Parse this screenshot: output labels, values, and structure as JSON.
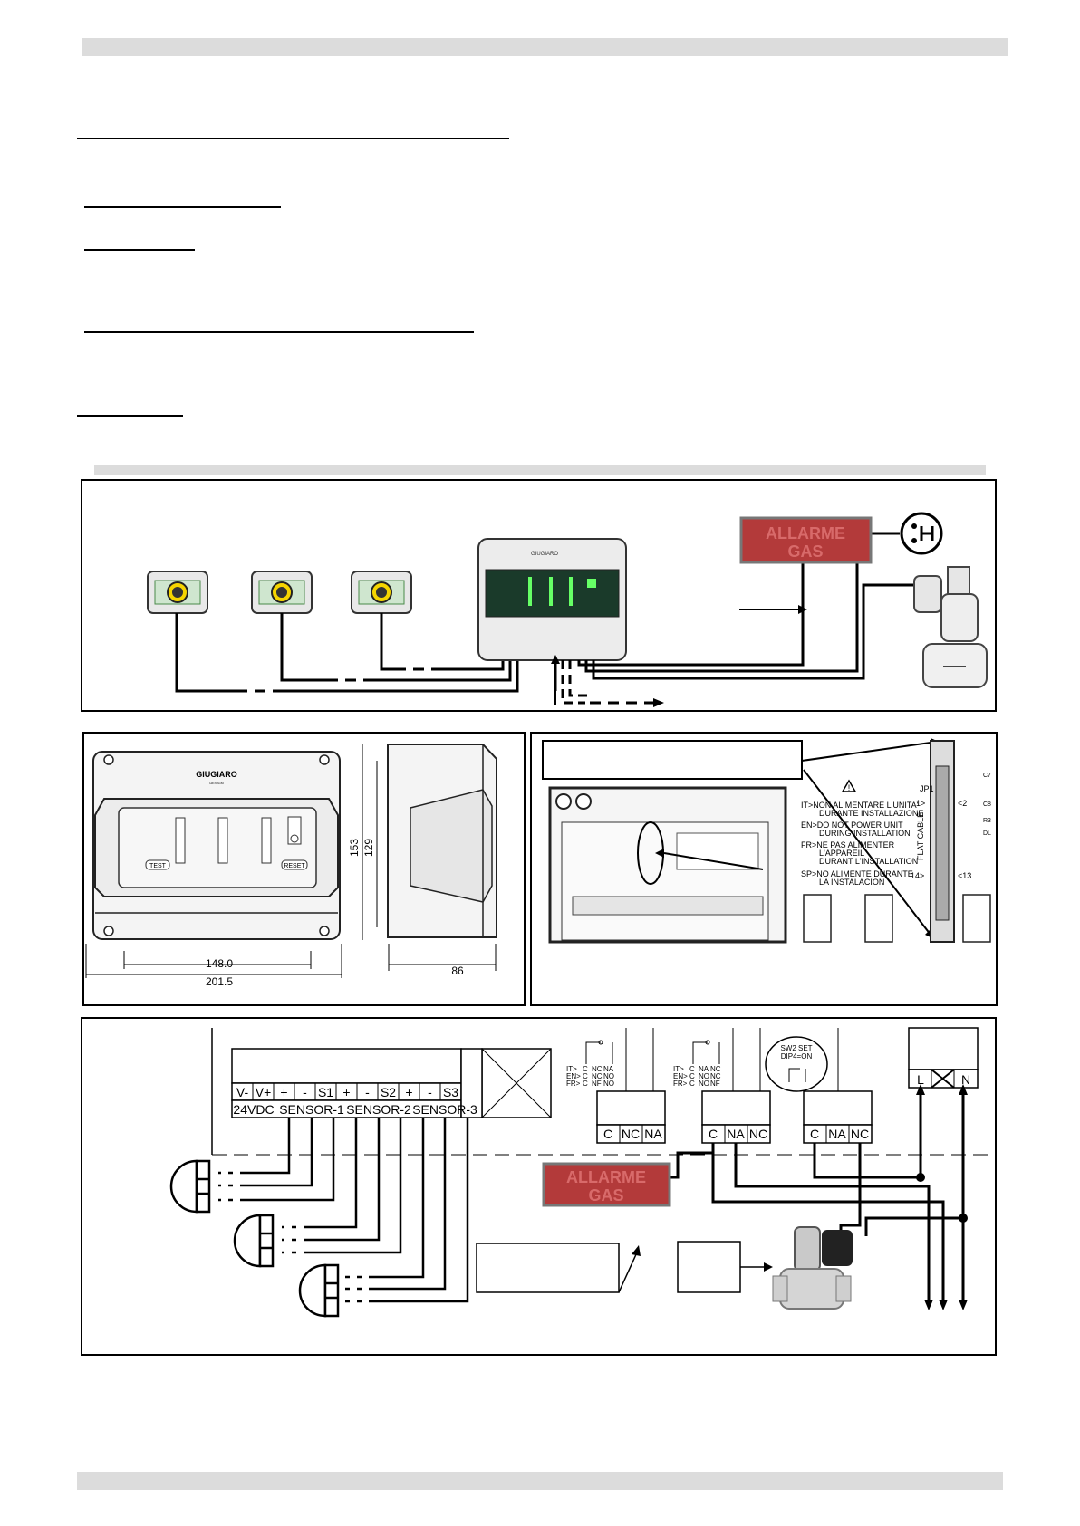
{
  "gas_sign": {
    "line1": "ALLARME",
    "line2": "GAS"
  },
  "controller": {
    "brand": "GIUGIARO",
    "brand_sub": "DESIGN",
    "test_label": "TEST",
    "reset_label": "RESET"
  },
  "dimensions": {
    "inner_width": "148.0",
    "outer_width": "201.5",
    "height_outer": "153",
    "height_inner": "129",
    "depth": "86"
  },
  "board_warning": {
    "it": "IT>NON ALIMENTARE L'UNITA'",
    "it2": "DURANTE INSTALLAZIONE",
    "en": "EN>DO NOT POWER UNIT",
    "en2": "DURING INSTALLATION",
    "fr": "FR>NE PAS ALIMENTER",
    "fr2": "L'APPAREIL",
    "fr3": "DURANT L'INSTALLATION",
    "sp": "SP>NO ALIMENTE DURANTE",
    "sp2": "LA INSTALACION",
    "jp1": "JP1",
    "pin1": "1>",
    "pin2": "<2",
    "pin14": "14>",
    "pin13": "<13",
    "flat_cable": "FLAT CABLE",
    "c7": "C7",
    "c8": "C8",
    "r3": "R3",
    "dl": "DL"
  },
  "terminals": {
    "row1": [
      "V-",
      "V+",
      "+",
      "-",
      "S1",
      "+",
      "-",
      "S2",
      "+",
      "-",
      "S3"
    ],
    "power": "24VDC",
    "sensor1": "SENSOR-1",
    "sensor2": "SENSOR-2",
    "sensor3": "SENSOR-3"
  },
  "relays": {
    "relay1": [
      "C",
      "NC",
      "NA"
    ],
    "relay2": [
      "C",
      "NA",
      "NC"
    ],
    "relay3": [
      "C",
      "NA",
      "NC"
    ],
    "legend_prefixes": [
      "IT>",
      "EN>",
      "FR>"
    ],
    "legend_c": "C",
    "legend_nc": [
      "NC",
      "NC",
      "NF"
    ],
    "legend_na": [
      "NA",
      "NO",
      "NO"
    ],
    "sw2_line1": "SW2 SET",
    "sw2_line2": "DIP4=ON"
  },
  "mains": {
    "l": "L",
    "n": "N"
  }
}
